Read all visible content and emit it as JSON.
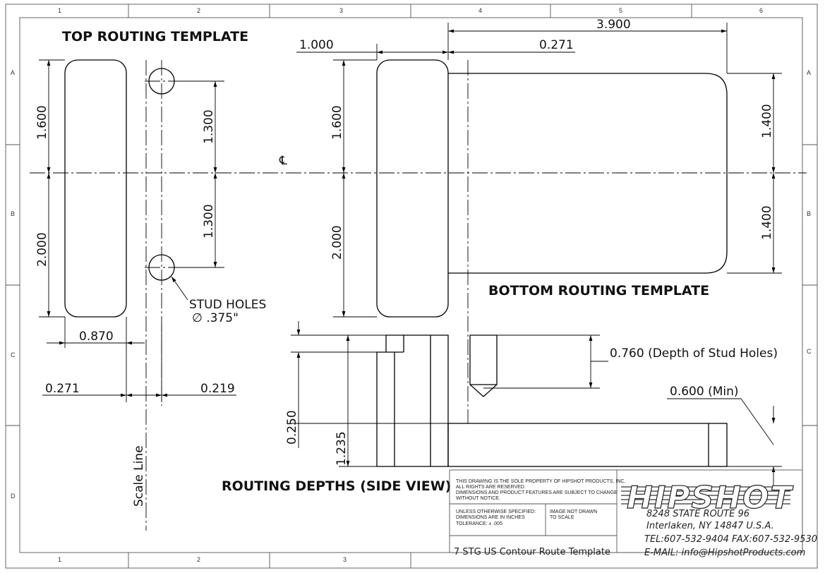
{
  "zones": {
    "top": [
      "1",
      "2",
      "3",
      "4",
      "5",
      "6"
    ],
    "bottom": [
      "1",
      "2",
      "3"
    ],
    "side": [
      "A",
      "B",
      "C",
      "D"
    ]
  },
  "headings": {
    "top_template": "TOP ROUTING TEMPLATE",
    "bottom_template": "BOTTOM ROUTING TEMPLATE",
    "depths": "ROUTING DEPTHS (SIDE VIEW)"
  },
  "dims": {
    "overall_width": "3.900",
    "offset_1000": "1.000",
    "offset_0271_top": "0.271",
    "top_1600_left": "1.600",
    "top_2000_left": "2.000",
    "stud_1300_upper": "1.300",
    "stud_1300_lower": "1.300",
    "bottom_1600": "1.600",
    "bottom_2000": "2.000",
    "right_1400_upper": "1.400",
    "right_1400_lower": "1.400",
    "width_0870": "0.870",
    "offset_0271_left": "0.271",
    "offset_0219": "0.219",
    "depth_stud": "0.760 (Depth of Stud Holes)",
    "depth_min": "0.600 (Min)",
    "depth_0250": "0.250",
    "depth_1235": "1.235"
  },
  "annotations": {
    "stud_holes": "STUD HOLES",
    "stud_dia": "∅ .375\"",
    "scale_line": "Scale Line",
    "centerline": "℄"
  },
  "title_block": {
    "notice": [
      "THIS DRAWING IS THE SOLE PROPERTY OF HIPSHOT PRODUCTS, INC.",
      "ALL RIGHTS ARE RESERVED.",
      "DIMENSIONS AND PRODUCT FEATURES ARE SUBJECT TO CHANGE",
      "WITHOUT NOTICE."
    ],
    "unless": [
      "UNLESS OTHERWISE SPECIFIED:",
      "DIMENSIONS ARE IN INCHES",
      "TOLERANCE: ± .005"
    ],
    "scale_note": [
      "IMAGE NOT DRAWN",
      "TO SCALE"
    ],
    "drawing_title": "7 STG US Contour Route Template",
    "logo_text": "HIPSHOT",
    "address1": "8248 STATE ROUTE 96",
    "address2": "Interlaken, NY 14847 U.S.A.",
    "phone": "TEL:607-532-9404 FAX:607-532-9530",
    "email": "E-MAIL: info@HipshotProducts.com"
  }
}
